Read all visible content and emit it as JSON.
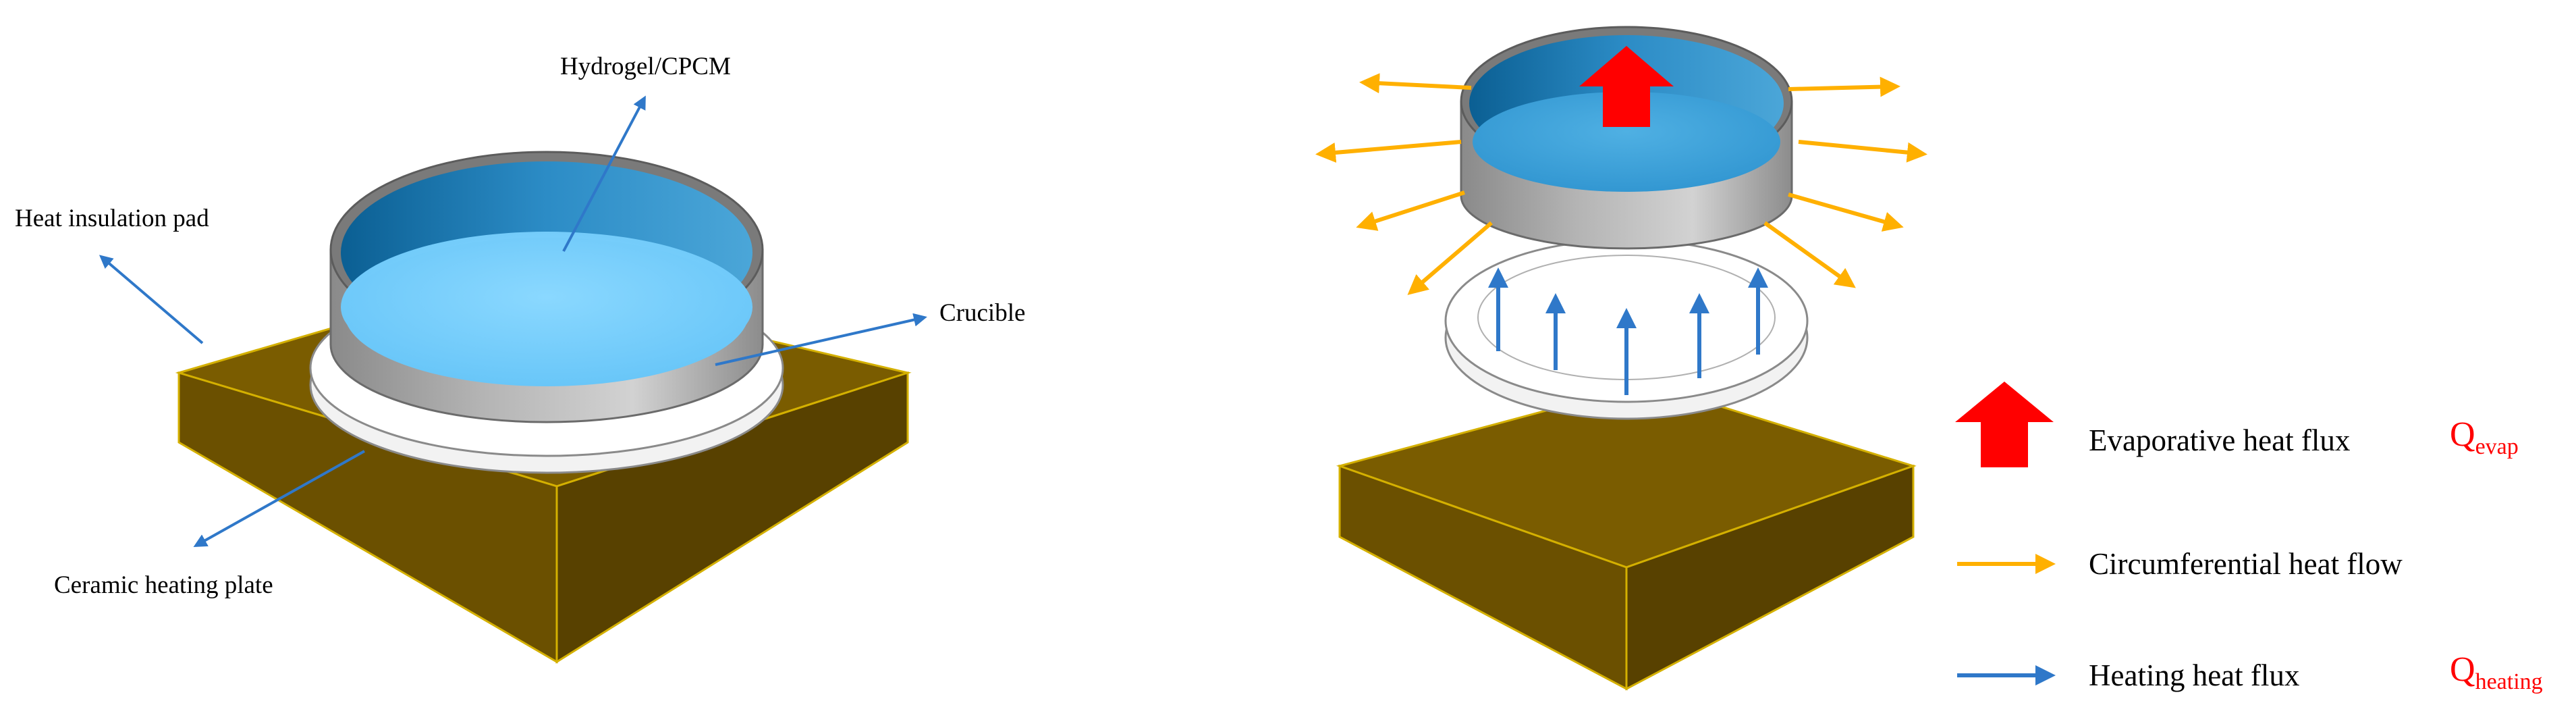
{
  "labels": {
    "hydrogel": "Hydrogel/CPCM",
    "insulation_pad": "Heat insulation pad",
    "crucible": "Crucible",
    "ceramic_plate": "Ceramic heating plate"
  },
  "legend": {
    "evaporative": "Evaporative heat flux",
    "evaporative_symbol": "Q",
    "evaporative_subscript": "evap",
    "circumferential": "Circumferential heat flow",
    "heating": "Heating heat flux",
    "heating_symbol": "Q",
    "heating_subscript": "heating"
  },
  "colors": {
    "pad_top": "#7a5c00",
    "pad_left": "#6b5000",
    "pad_right": "#584100",
    "pad_edge": "#d4b000",
    "crucible_wall": "#9a9a9a",
    "liquid_light": "#7dcfff",
    "liquid_dark": "#1e7fb5",
    "evaporative_arrow": "#ff0000",
    "circumferential_arrow": "#ffb000",
    "heating_arrow": "#2f78c9",
    "pointer_line": "#2f78c9",
    "q_label": "#ff0000"
  }
}
